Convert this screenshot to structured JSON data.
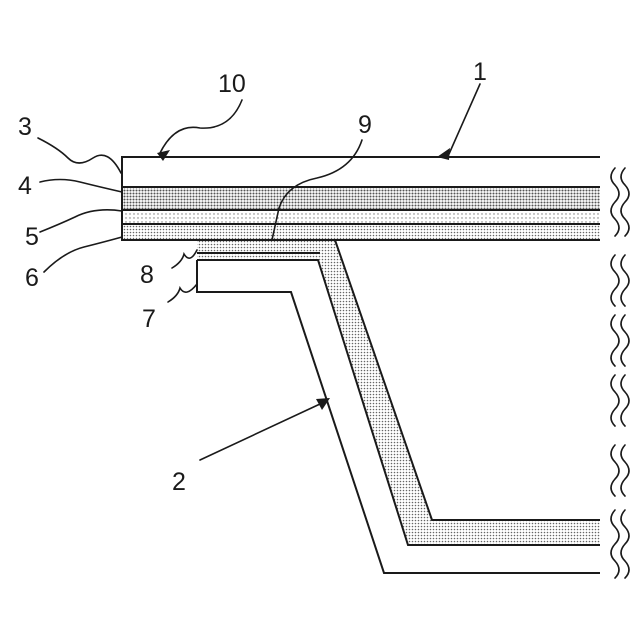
{
  "figure": {
    "labels": {
      "ref_1": "1",
      "ref_2": "2",
      "ref_3": "3",
      "ref_4": "4",
      "ref_5": "5",
      "ref_6": "6",
      "ref_7": "7",
      "ref_8": "8",
      "ref_9": "9",
      "ref_10": "10"
    },
    "colors": {
      "line": "#1a1a1a",
      "dark_stipple": "#8a8a8a",
      "medium_stipple": "#b5b5b5",
      "light_stipple": "#d6d6d6",
      "background": "#ffffff"
    }
  }
}
